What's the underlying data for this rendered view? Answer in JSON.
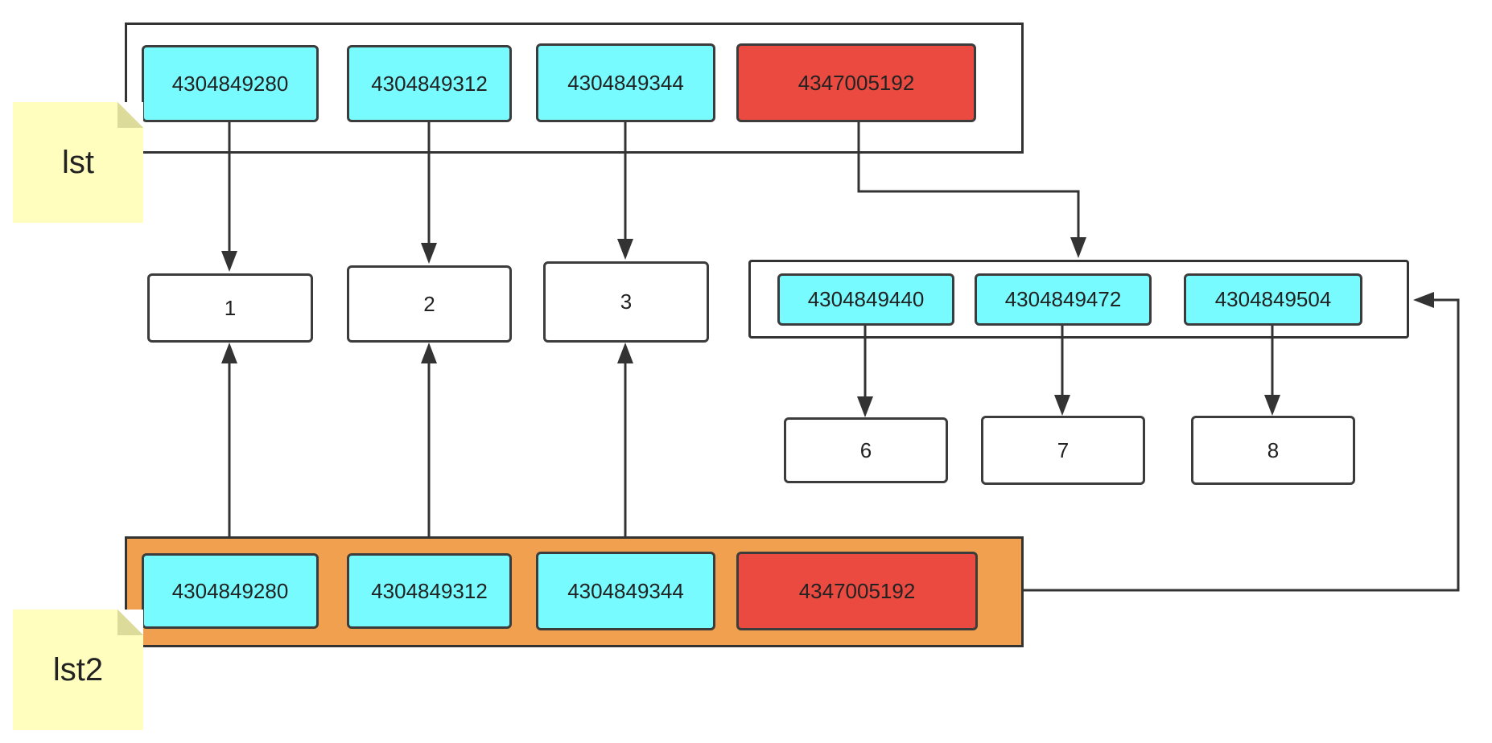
{
  "colors": {
    "pointer_cell": "#77fbff",
    "mutable_pointer_cell": "#ea4a40",
    "copied_list_bg": "#f0a04e",
    "note": "#fffebe",
    "stroke": "#333333"
  },
  "lst": {
    "label": "lst",
    "cells": [
      "4304849280",
      "4304849312",
      "4304849344",
      "4347005192"
    ]
  },
  "lst2": {
    "label": "lst2",
    "cells": [
      "4304849280",
      "4304849312",
      "4304849344",
      "4347005192"
    ]
  },
  "values": [
    "1",
    "2",
    "3"
  ],
  "inner_list": {
    "cells": [
      "4304849440",
      "4304849472",
      "4304849504"
    ],
    "values": [
      "6",
      "7",
      "8"
    ]
  }
}
